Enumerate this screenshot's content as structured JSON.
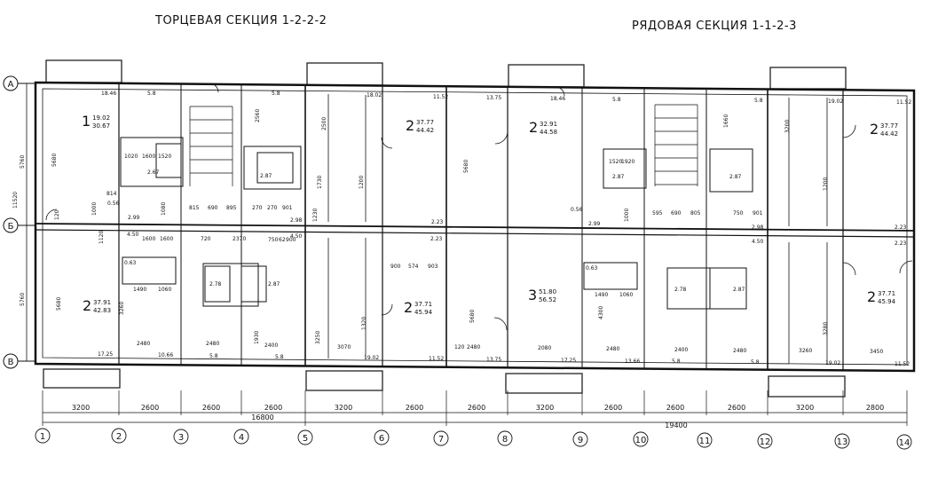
{
  "titles": {
    "left": "ТОРЦЕВАЯ СЕКЦИЯ 1-2-2-2",
    "right": "РЯДОВАЯ СЕКЦИЯ 1-1-2-3"
  },
  "row_axes": [
    "А",
    "Б",
    "В"
  ],
  "row_dims": [
    "5760",
    "11520",
    "5760"
  ],
  "column_axes": [
    "1",
    "2",
    "3",
    "4",
    "5",
    "6",
    "7",
    "8",
    "9",
    "10",
    "11",
    "12",
    "13",
    "14"
  ],
  "bottom_dims": {
    "spans": [
      "3200",
      "2600",
      "2600",
      "2600",
      "3200",
      "2600",
      "2600",
      "3200",
      "2600",
      "2600",
      "2600",
      "3200",
      "2800"
    ],
    "total_left": "16800",
    "total_right": "19400"
  },
  "apartments": [
    {
      "rooms": "1",
      "areas": [
        "19.02",
        "30.67"
      ]
    },
    {
      "rooms": "2",
      "areas": [
        "37.77",
        "44.42"
      ]
    },
    {
      "rooms": "2",
      "areas": [
        "32.91",
        "44.58"
      ]
    },
    {
      "rooms": "2",
      "areas": [
        "37.77",
        "44.42"
      ]
    },
    {
      "rooms": "2",
      "areas": [
        "37.91",
        "42.83"
      ]
    },
    {
      "rooms": "2",
      "areas": [
        "37.71",
        "45.94"
      ]
    },
    {
      "rooms": "3",
      "areas": [
        "51.80",
        "56.52"
      ]
    },
    {
      "rooms": "2",
      "areas": [
        "37.71",
        "45.94"
      ]
    }
  ],
  "room_labels": [
    "18.46",
    "5.8",
    "5.8",
    "18.02",
    "11.52",
    "13.75",
    "18.46",
    "5.8",
    "5.8",
    "19.02",
    "11.52",
    "2.67",
    "2.87",
    "2.87",
    "2.87",
    "0.56",
    "2.99",
    "2.98",
    "2.23",
    "0.56",
    "2.99",
    "2.98",
    "2.23",
    "4.50",
    "4.50",
    "2.23",
    "4.50",
    "2.23",
    "0.63",
    "2.78",
    "2.87",
    "0.63",
    "2.78",
    "2.87",
    "17.25",
    "10.66",
    "5.8",
    "5.8",
    "19.02",
    "11.52",
    "13.75",
    "17.25",
    "13.66",
    "5.8",
    "5.8",
    "19.02",
    "11.52"
  ],
  "dim_labels": [
    "5680",
    "1020",
    "1600",
    "1520",
    "814",
    "1000",
    "120",
    "815",
    "690",
    "895",
    "270",
    "270",
    "901",
    "2560",
    "1080",
    "1730",
    "1200",
    "1200",
    "3200",
    "5680",
    "2500",
    "1230",
    "1920",
    "1520",
    "1000",
    "595",
    "690",
    "805",
    "750",
    "901",
    "1660",
    "1600",
    "1600",
    "720",
    "1120",
    "2370",
    "750",
    "62",
    "900",
    "900",
    "574",
    "903",
    "5680",
    "1490",
    "1060",
    "3260",
    "4300",
    "1490",
    "1060",
    "1320",
    "3280",
    "2480",
    "2480",
    "2400",
    "2400",
    "3070",
    "1930",
    "3250",
    "5680",
    "120",
    "2480",
    "2080",
    "2480",
    "2480",
    "3260",
    "3450"
  ]
}
